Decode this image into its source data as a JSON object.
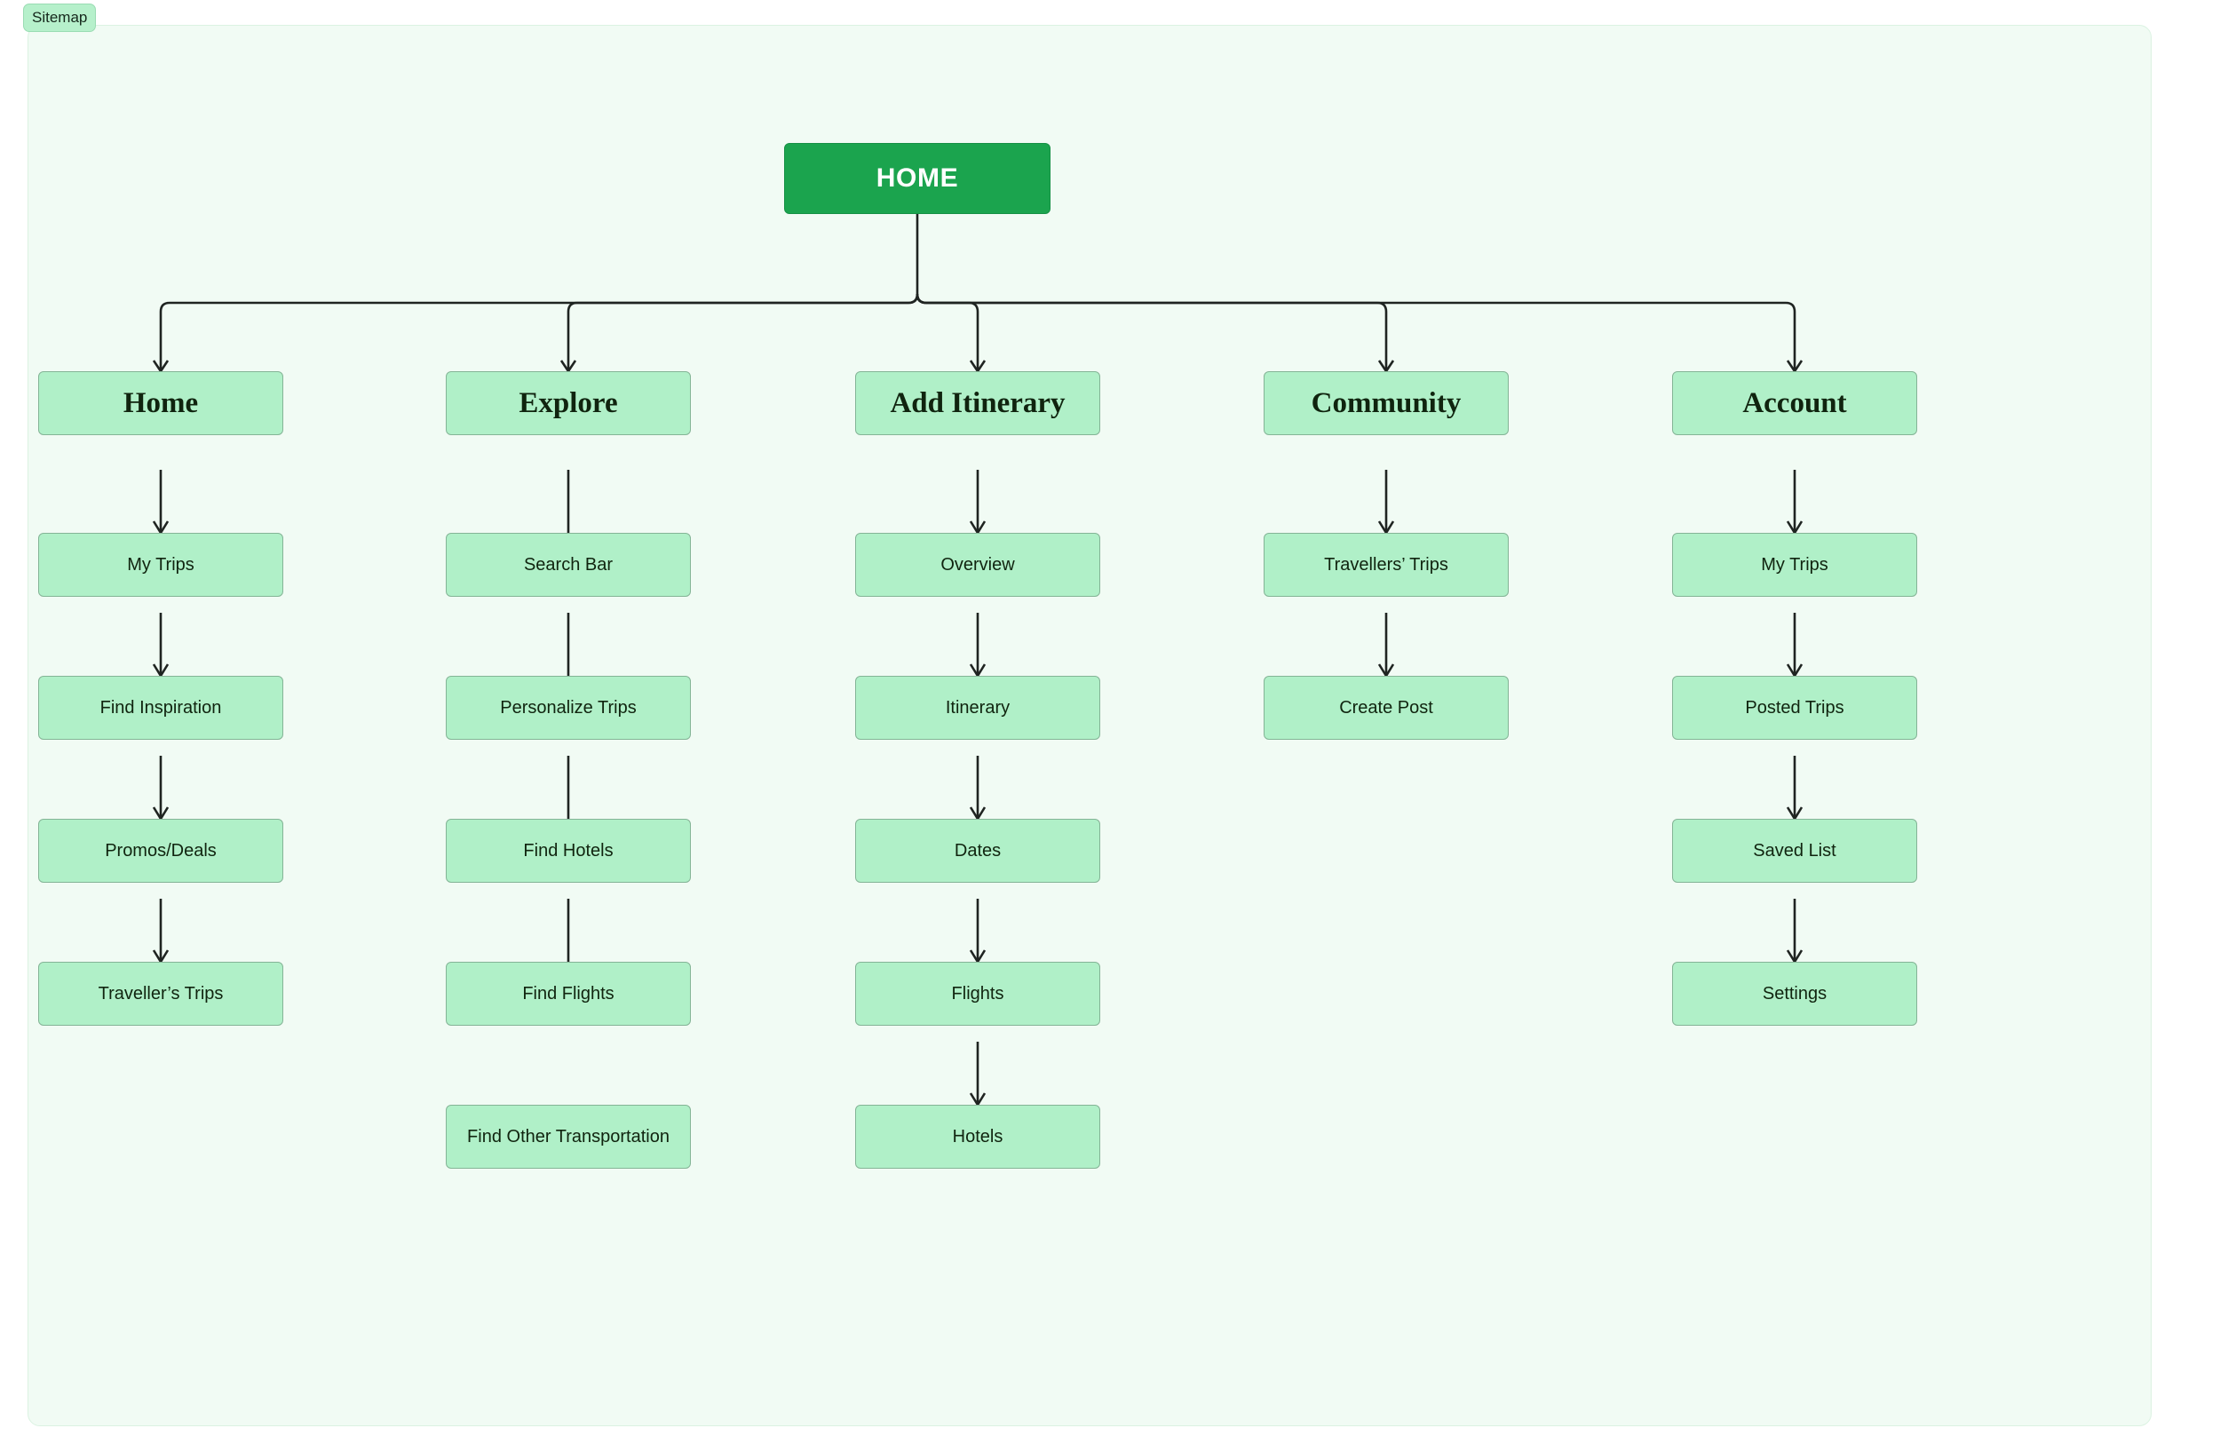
{
  "badge": {
    "label": "Sitemap"
  },
  "colors": {
    "canvas_bg": "#f1fbf4",
    "canvas_border": "#dbf2e2",
    "root_fill": "#1ba44e",
    "root_text": "#ffffff",
    "node_fill": "#b0f0c8",
    "node_border": "#84b496",
    "node_text": "#10240f",
    "edge": "#1f2421",
    "badge_fill": "#b6f0cb"
  },
  "diagram": {
    "type": "sitemap-tree",
    "root": {
      "label": "HOME"
    },
    "columns": [
      {
        "label": "Home",
        "children": [
          {
            "label": "My Trips"
          },
          {
            "label": "Find Inspiration"
          },
          {
            "label": "Promos/Deals"
          },
          {
            "label": "Traveller’s Trips"
          }
        ]
      },
      {
        "label": "Explore",
        "children": [
          {
            "label": "Search Bar"
          },
          {
            "label": "Personalize Trips"
          },
          {
            "label": "Find Hotels"
          },
          {
            "label": "Find Flights"
          },
          {
            "label": "Find Other Transportation"
          }
        ]
      },
      {
        "label": "Add Itinerary",
        "children": [
          {
            "label": "Overview"
          },
          {
            "label": "Itinerary"
          },
          {
            "label": "Dates"
          },
          {
            "label": "Flights"
          },
          {
            "label": "Hotels"
          }
        ]
      },
      {
        "label": "Community",
        "children": [
          {
            "label": "Travellers’ Trips"
          },
          {
            "label": "Create Post"
          }
        ]
      },
      {
        "label": "Account",
        "children": [
          {
            "label": "My Trips"
          },
          {
            "label": "Posted Trips"
          },
          {
            "label": "Saved List"
          },
          {
            "label": "Settings"
          }
        ]
      }
    ]
  }
}
